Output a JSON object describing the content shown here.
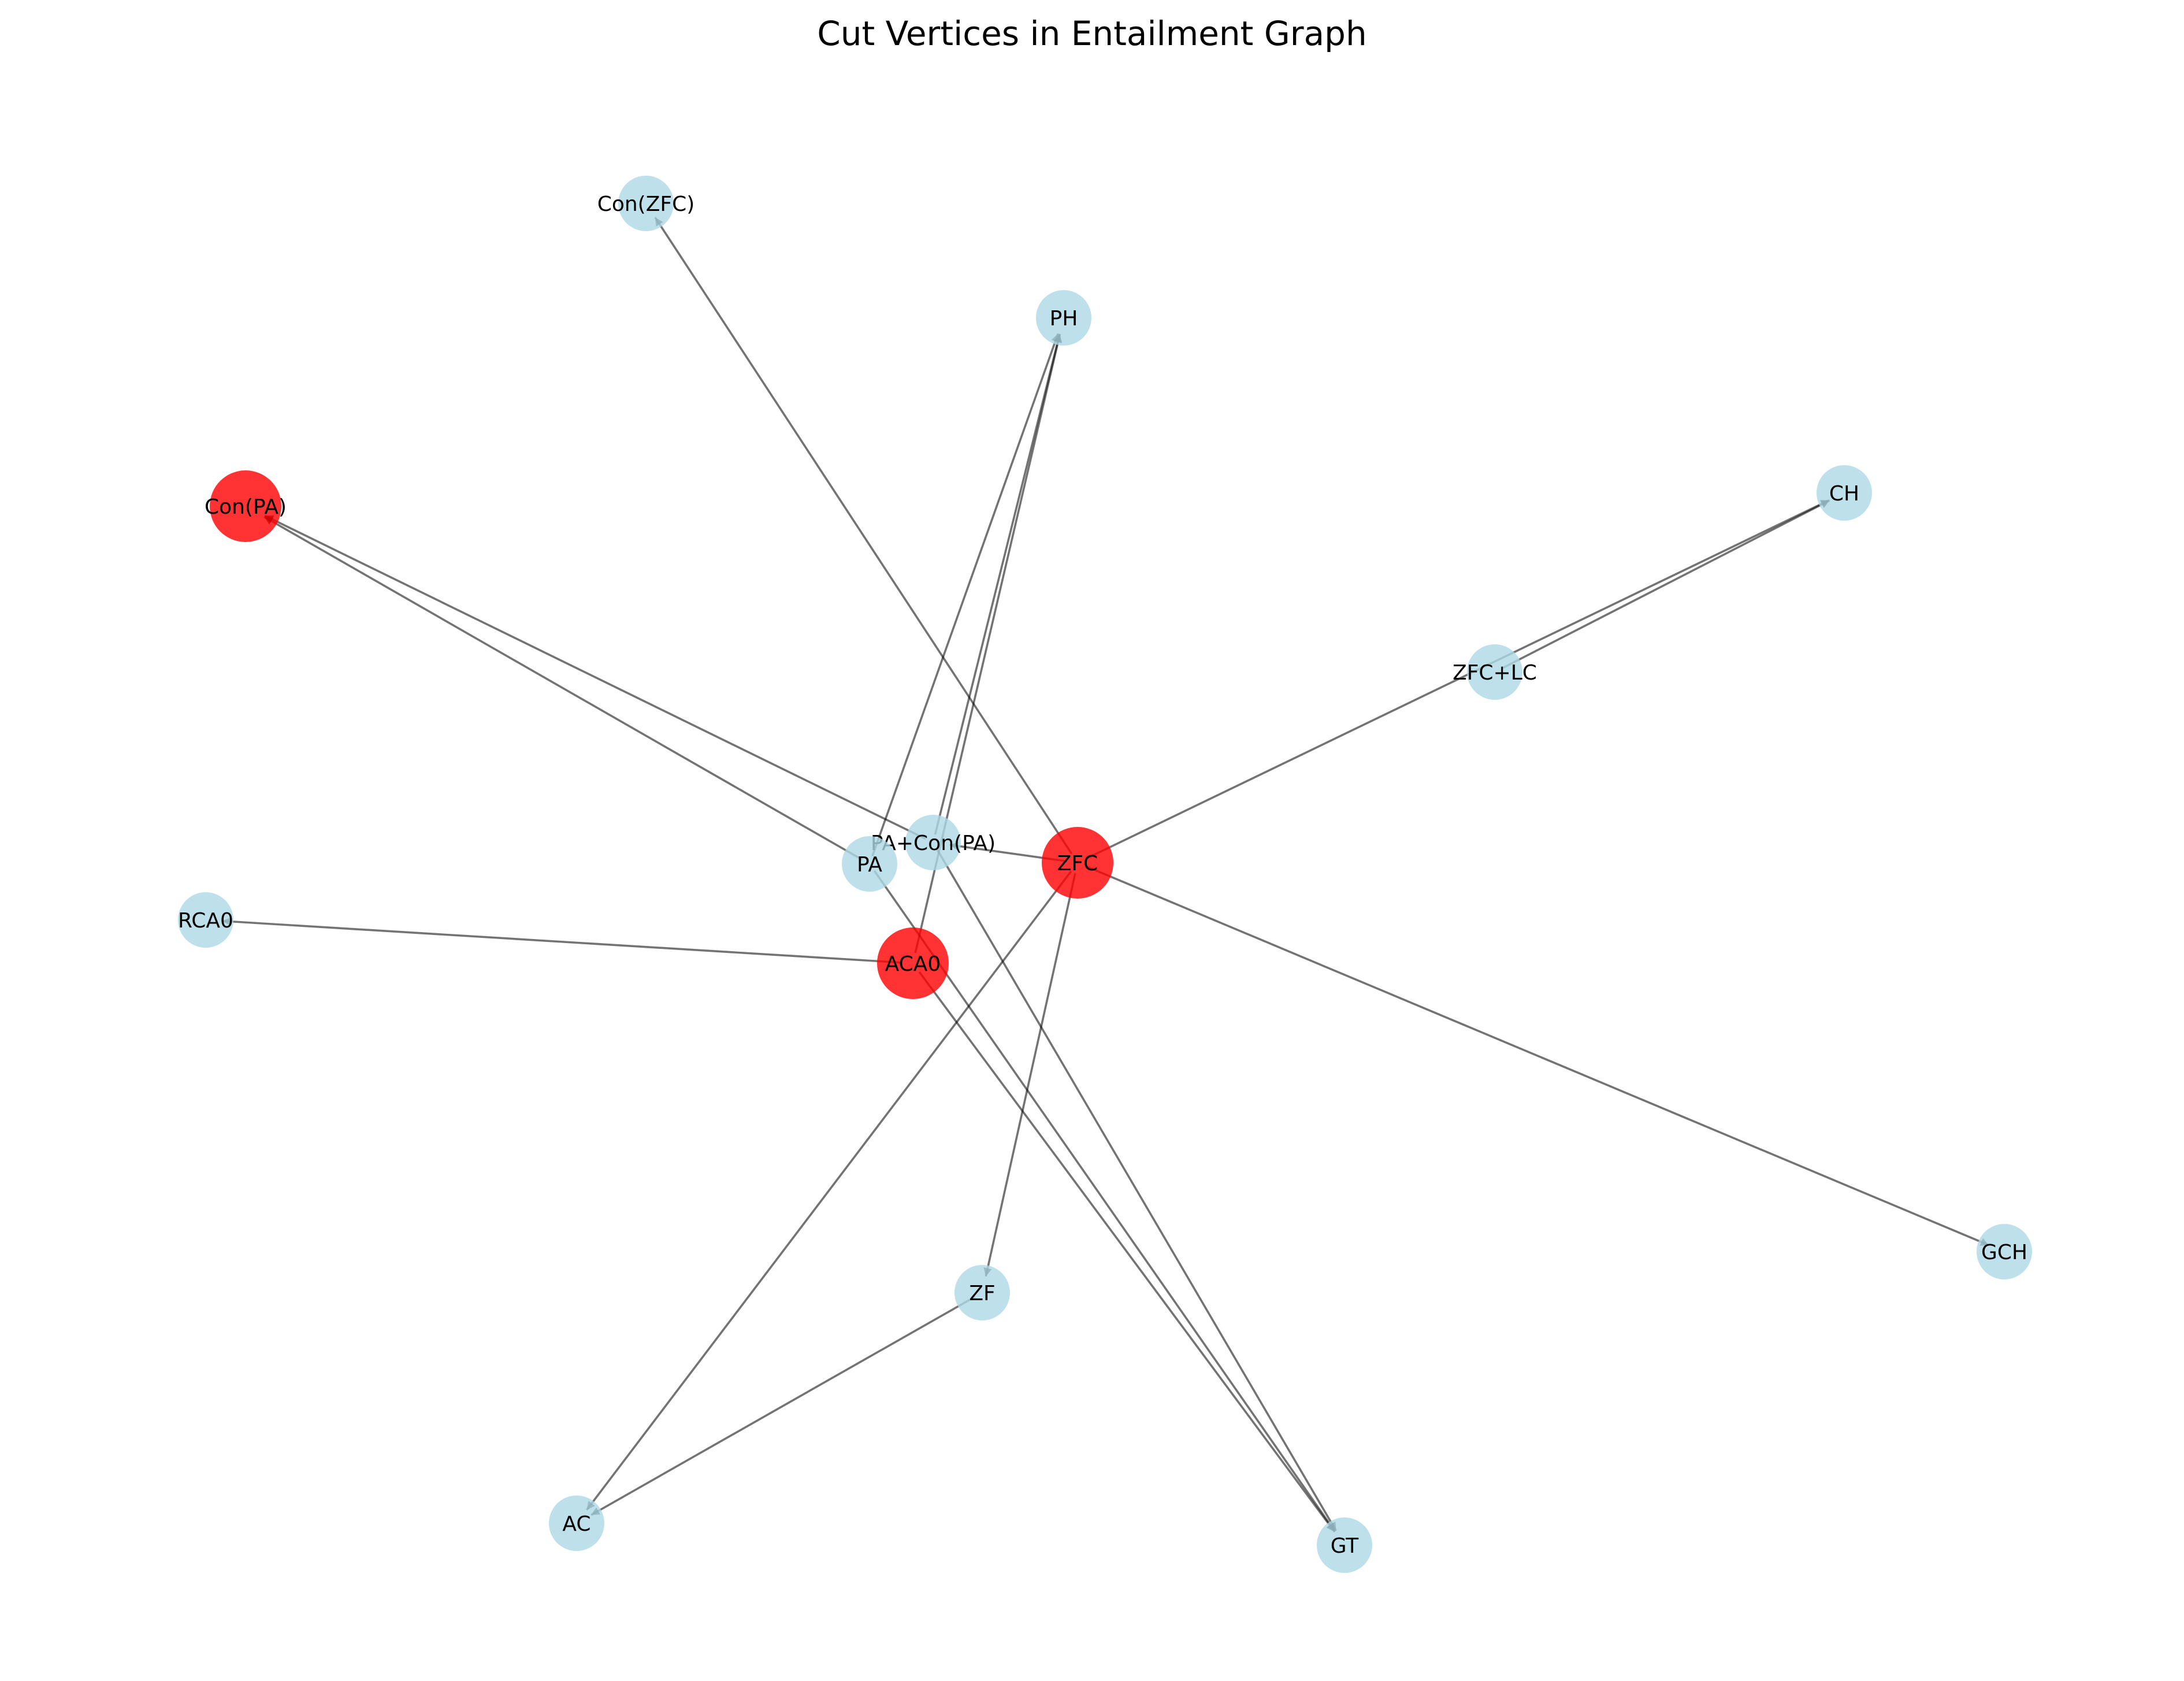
{
  "title": "Cut Vertices in Entailment Graph",
  "colors": {
    "cut_vertex": "#ff0000",
    "regular_node": "#add8e6",
    "edge": "#000000",
    "background": "#ffffff"
  },
  "nodes": [
    {
      "id": "Con(ZFC)",
      "label": "Con(ZFC)",
      "cut_vertex": false
    },
    {
      "id": "PH",
      "label": "PH",
      "cut_vertex": false
    },
    {
      "id": "Con(PA)",
      "label": "Con(PA)",
      "cut_vertex": true
    },
    {
      "id": "CH",
      "label": "CH",
      "cut_vertex": false
    },
    {
      "id": "ZFC+LC",
      "label": "ZFC+LC",
      "cut_vertex": false
    },
    {
      "id": "PA+Con(PA)",
      "label": "PA+Con(PA)",
      "cut_vertex": false
    },
    {
      "id": "PA",
      "label": "PA",
      "cut_vertex": false
    },
    {
      "id": "ZFC",
      "label": "ZFC",
      "cut_vertex": true
    },
    {
      "id": "RCA0",
      "label": "RCA0",
      "cut_vertex": false
    },
    {
      "id": "ACA0",
      "label": "ACA0",
      "cut_vertex": true
    },
    {
      "id": "GCH",
      "label": "GCH",
      "cut_vertex": false
    },
    {
      "id": "ZF",
      "label": "ZF",
      "cut_vertex": false
    },
    {
      "id": "AC",
      "label": "AC",
      "cut_vertex": false
    },
    {
      "id": "GT",
      "label": "GT",
      "cut_vertex": false
    }
  ],
  "edges": [
    {
      "source": "ZFC",
      "target": "Con(ZFC)"
    },
    {
      "source": "ZFC",
      "target": "PA+Con(PA)"
    },
    {
      "source": "ZFC",
      "target": "CH"
    },
    {
      "source": "ZFC",
      "target": "GCH"
    },
    {
      "source": "ZFC",
      "target": "ZF"
    },
    {
      "source": "ZFC",
      "target": "AC"
    },
    {
      "source": "ZFC+LC",
      "target": "CH"
    },
    {
      "source": "PA",
      "target": "Con(PA)"
    },
    {
      "source": "PA",
      "target": "PH"
    },
    {
      "source": "PA",
      "target": "GT"
    },
    {
      "source": "PA+Con(PA)",
      "target": "Con(PA)"
    },
    {
      "source": "PA+Con(PA)",
      "target": "PH"
    },
    {
      "source": "PA+Con(PA)",
      "target": "GT"
    },
    {
      "source": "ACA0",
      "target": "RCA0"
    },
    {
      "source": "ACA0",
      "target": "PH"
    },
    {
      "source": "ACA0",
      "target": "GT"
    },
    {
      "source": "ZF",
      "target": "AC"
    }
  ]
}
